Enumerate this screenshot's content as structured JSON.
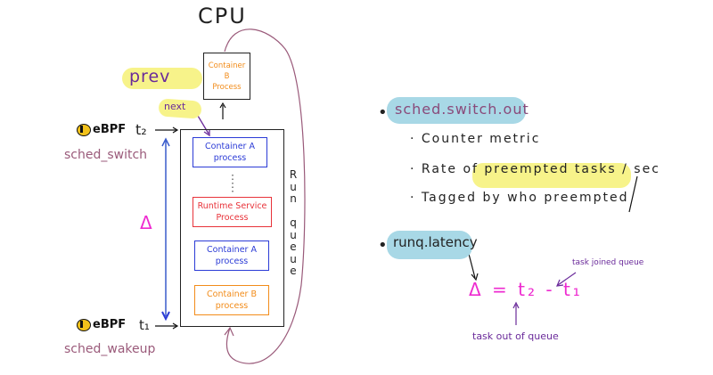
{
  "title": "CPU",
  "cpu_box": {
    "label": "Container\nB\nProcess",
    "color": "#f28c1a"
  },
  "labels": {
    "prev": "prev",
    "next": "next",
    "t2": "t₂",
    "t1": "t₁",
    "delta": "Δ",
    "run_queue": [
      "R",
      "u",
      "n",
      "",
      "q",
      "u",
      "e",
      "u",
      "e"
    ]
  },
  "ebpf": [
    {
      "logo": "eBPF",
      "tracepoint": "sched_switch"
    },
    {
      "logo": "eBPF",
      "tracepoint": "sched_wakeup"
    }
  ],
  "run_queue_items": [
    {
      "label": "Container A\nprocess",
      "color": "#2b3bd6"
    },
    {
      "label": "Runtime Service\nProcess",
      "color": "#e8333a"
    },
    {
      "label": "Container A\nprocess",
      "color": "#2b3bd6"
    },
    {
      "label": "Container B\nprocess",
      "color": "#f28c1a"
    }
  ],
  "metrics": [
    {
      "name": "sched.switch.out",
      "bullets": [
        "Counter  metric",
        "Rate  of preempted tasks / sec",
        "Tagged  by  who  preempted"
      ]
    },
    {
      "name": "runq.latency",
      "formula": "Δ = t₂ - t₁",
      "annotation_t1": "task joined queue",
      "annotation_t2": "task out of queue"
    }
  ],
  "colors": {
    "orange": "#f28c1a",
    "blue": "#2b3bd6",
    "red": "#e8333a",
    "magenta": "#ee2bd0",
    "purple": "#6a2a9a",
    "mauve": "#9a5a7a",
    "highlight_yellow": "#f7f38a",
    "highlight_blue": "#a8d8e6"
  }
}
